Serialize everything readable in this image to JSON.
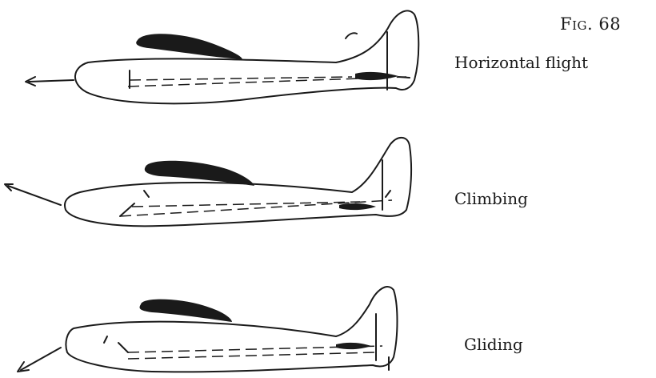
{
  "figure": {
    "label": "Fig. 68",
    "panels": [
      {
        "caption": "Horizontal flight"
      },
      {
        "caption": "Climbing"
      },
      {
        "caption": "Gliding"
      }
    ]
  }
}
